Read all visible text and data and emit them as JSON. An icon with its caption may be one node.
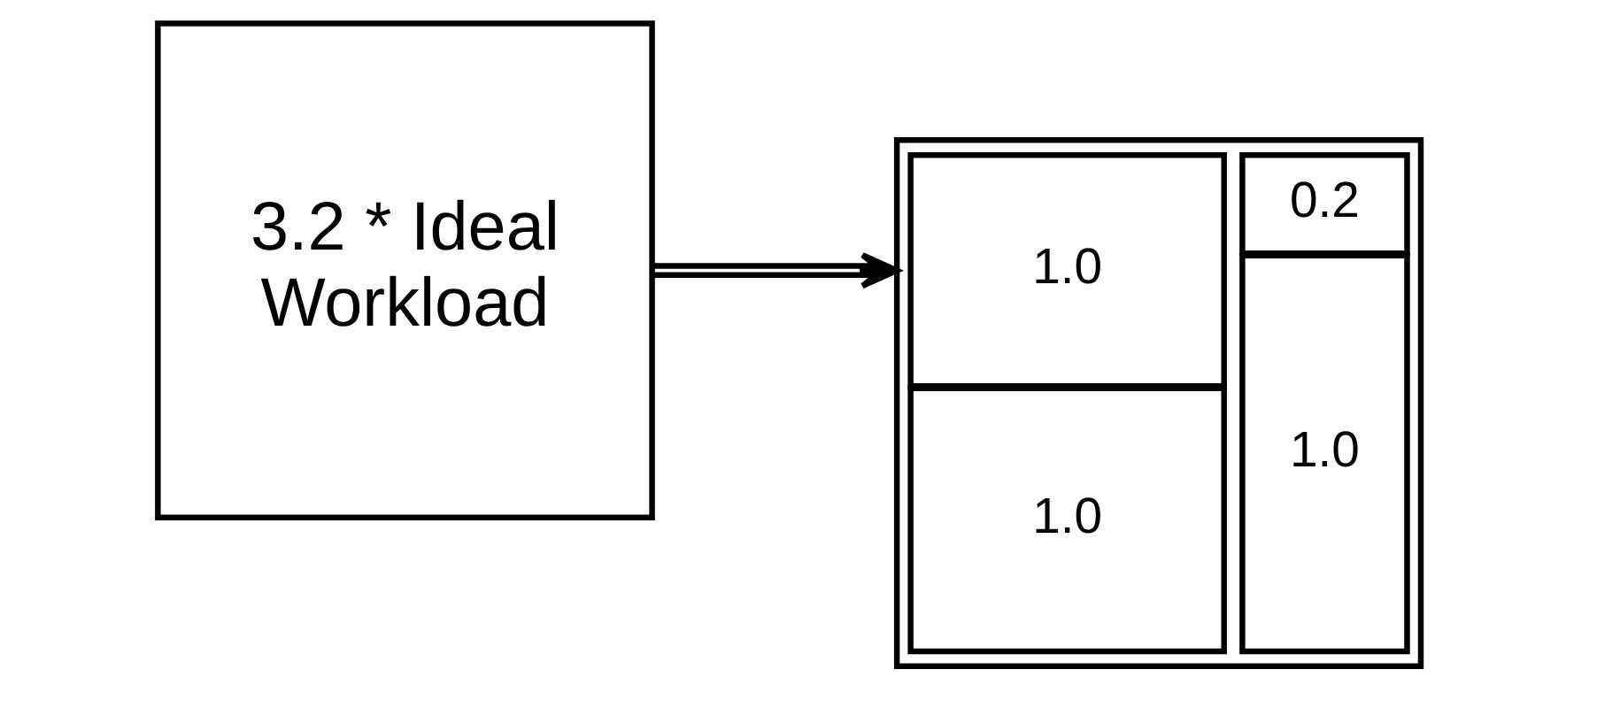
{
  "diagram": {
    "nodes": [
      {
        "text": [
          "3.2 * Ideal Workload"
        ]
      },
      {
        "text": [],
        "shape": "box"
      },
      {
        "text": [
          "1.0"
        ],
        "in": 1
      },
      {
        "text": [
          "0.2"
        ],
        "in": 1
      },
      {
        "text": [
          "1.0"
        ],
        "in": 1
      },
      {
        "text": [
          "1.0"
        ],
        "in": 1
      }
    ],
    "edges": [
      {
        "from": 0,
        "to": 1,
        "arrow": "to"
      }
    ]
  }
}
